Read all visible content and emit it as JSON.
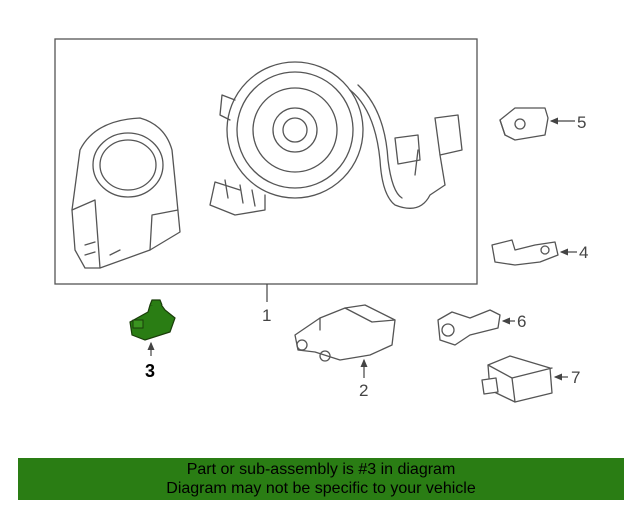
{
  "diagram": {
    "callouts": {
      "c1": "1",
      "c2": "2",
      "c3": "3",
      "c4": "4",
      "c5": "5",
      "c6": "6",
      "c7": "7"
    },
    "highlight_color": "#2a7d14"
  },
  "footer": {
    "line1": "Part or sub-assembly is #3 in diagram",
    "line2": "Diagram may not be specific to your vehicle",
    "background": "#2a7d14"
  }
}
